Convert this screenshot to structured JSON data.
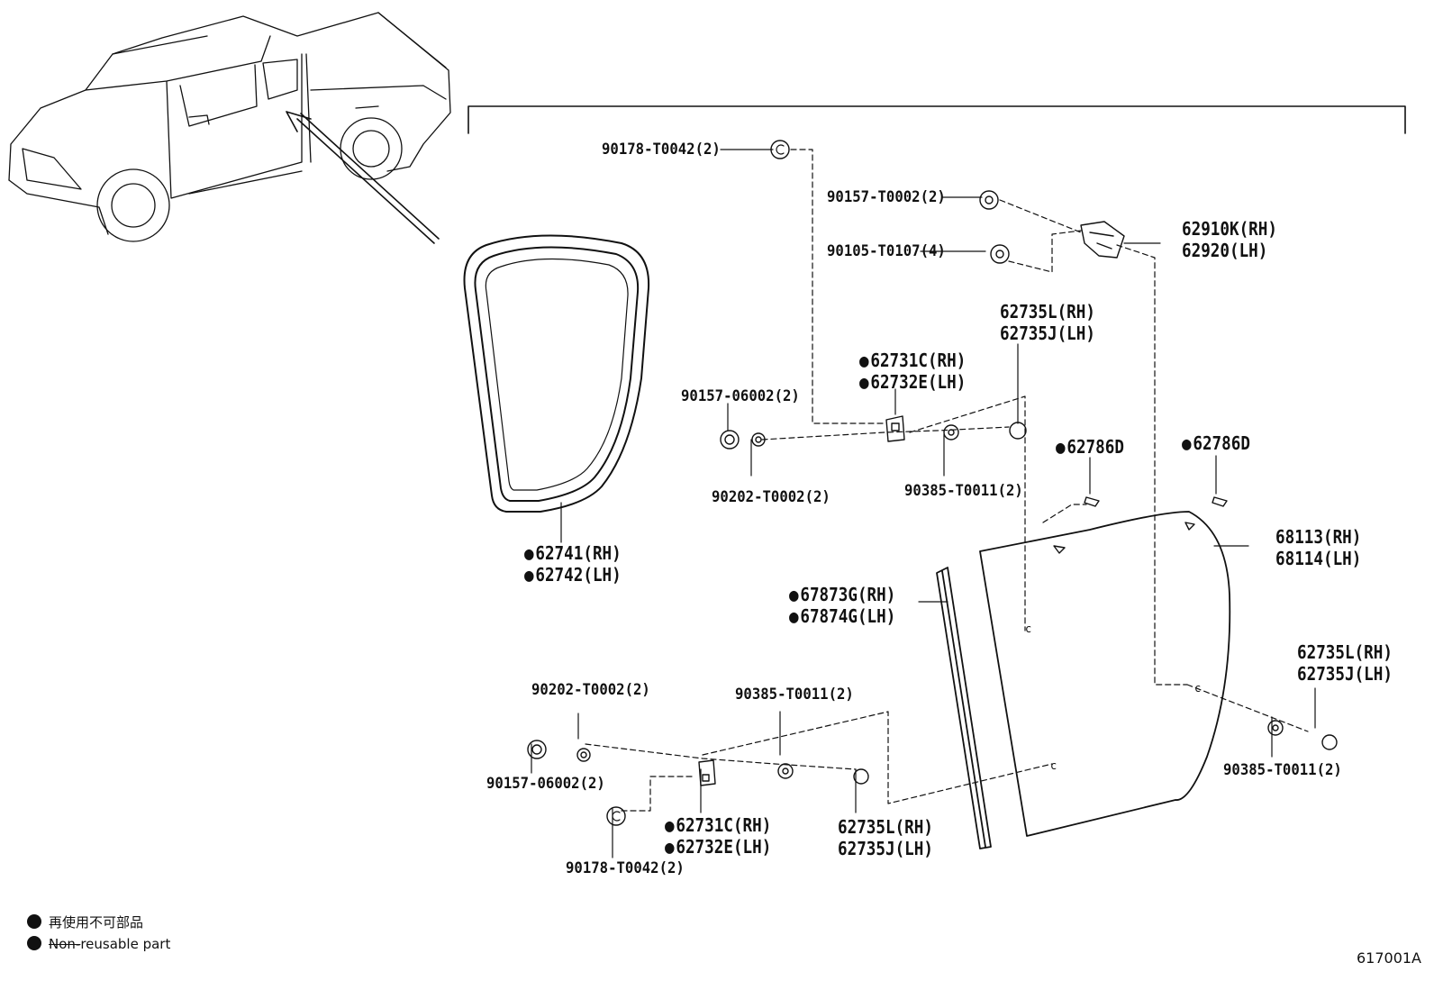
{
  "labels": {
    "bolt_top": "90178-T0042(2)",
    "nut_top_a": "90157-T0002(2)",
    "screw_top": "90105-T0107(4)",
    "guide_rh": "62910K(RH)",
    "guide_lh": "62920(LH)",
    "clip_a_rh": "62735L(RH)",
    "clip_a_lh": "62735J(LH)",
    "bracket_a_rh": "62731C(RH)",
    "bracket_a_lh": "62732E(LH)",
    "nut_mid": "90157-06002(2)",
    "washer_mid": "90202-T0002(2)",
    "grommet_mid": "90385-T0011(2)",
    "seal_rh": "62741(RH)",
    "seal_lh": "62742(LH)",
    "pad_a": "62786D",
    "pad_b": "62786D",
    "glass_rh": "68113(RH)",
    "glass_lh": "68114(LH)",
    "run_rh": "67873G(RH)",
    "run_lh": "67874G(LH)",
    "clip_b_rh": "62735L(RH)",
    "clip_b_lh": "62735J(LH)",
    "grommet_right": "90385-T0011(2)",
    "washer_low": "90202-T0002(2)",
    "grommet_low": "90385-T0011(2)",
    "nut_low": "90157-06002(2)",
    "bracket_b_rh": "62731C(RH)",
    "bracket_b_lh": "62732E(LH)",
    "clip_c_rh": "62735L(RH)",
    "clip_c_lh": "62735J(LH)",
    "bolt_low": "90178-T0042(2)"
  },
  "legend": {
    "jp": "再使用不可部品",
    "en_strike": "Non-",
    "en_rest": "reusable part"
  },
  "figure_code": "617001A"
}
